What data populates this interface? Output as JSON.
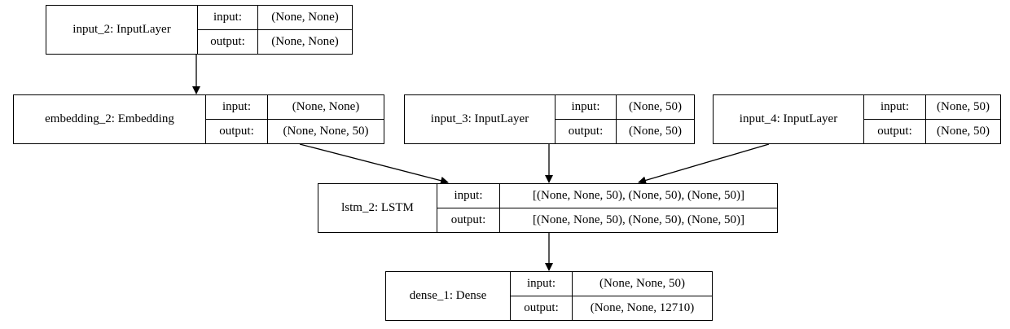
{
  "nodes": [
    {
      "id": "input_2",
      "name": "input_2: InputLayer",
      "input_label": "input:",
      "input": "(None, None)",
      "output_label": "output:",
      "output": "(None, None)"
    },
    {
      "id": "embedding_2",
      "name": "embedding_2: Embedding",
      "input_label": "input:",
      "input": "(None, None)",
      "output_label": "output:",
      "output": "(None, None, 50)"
    },
    {
      "id": "input_3",
      "name": "input_3: InputLayer",
      "input_label": "input:",
      "input": "(None, 50)",
      "output_label": "output:",
      "output": "(None, 50)"
    },
    {
      "id": "input_4",
      "name": "input_4: InputLayer",
      "input_label": "input:",
      "input": "(None, 50)",
      "output_label": "output:",
      "output": "(None, 50)"
    },
    {
      "id": "lstm_2",
      "name": "lstm_2: LSTM",
      "input_label": "input:",
      "input": "[(None, None, 50), (None, 50), (None, 50)]",
      "output_label": "output:",
      "output": "[(None, None, 50), (None, 50), (None, 50)]"
    },
    {
      "id": "dense_1",
      "name": "dense_1: Dense",
      "input_label": "input:",
      "input": "(None, None, 50)",
      "output_label": "output:",
      "output": "(None, None, 12710)"
    }
  ],
  "edges": [
    {
      "from": "input_2",
      "to": "embedding_2"
    },
    {
      "from": "embedding_2",
      "to": "lstm_2"
    },
    {
      "from": "input_3",
      "to": "lstm_2"
    },
    {
      "from": "input_4",
      "to": "lstm_2"
    },
    {
      "from": "lstm_2",
      "to": "dense_1"
    }
  ]
}
